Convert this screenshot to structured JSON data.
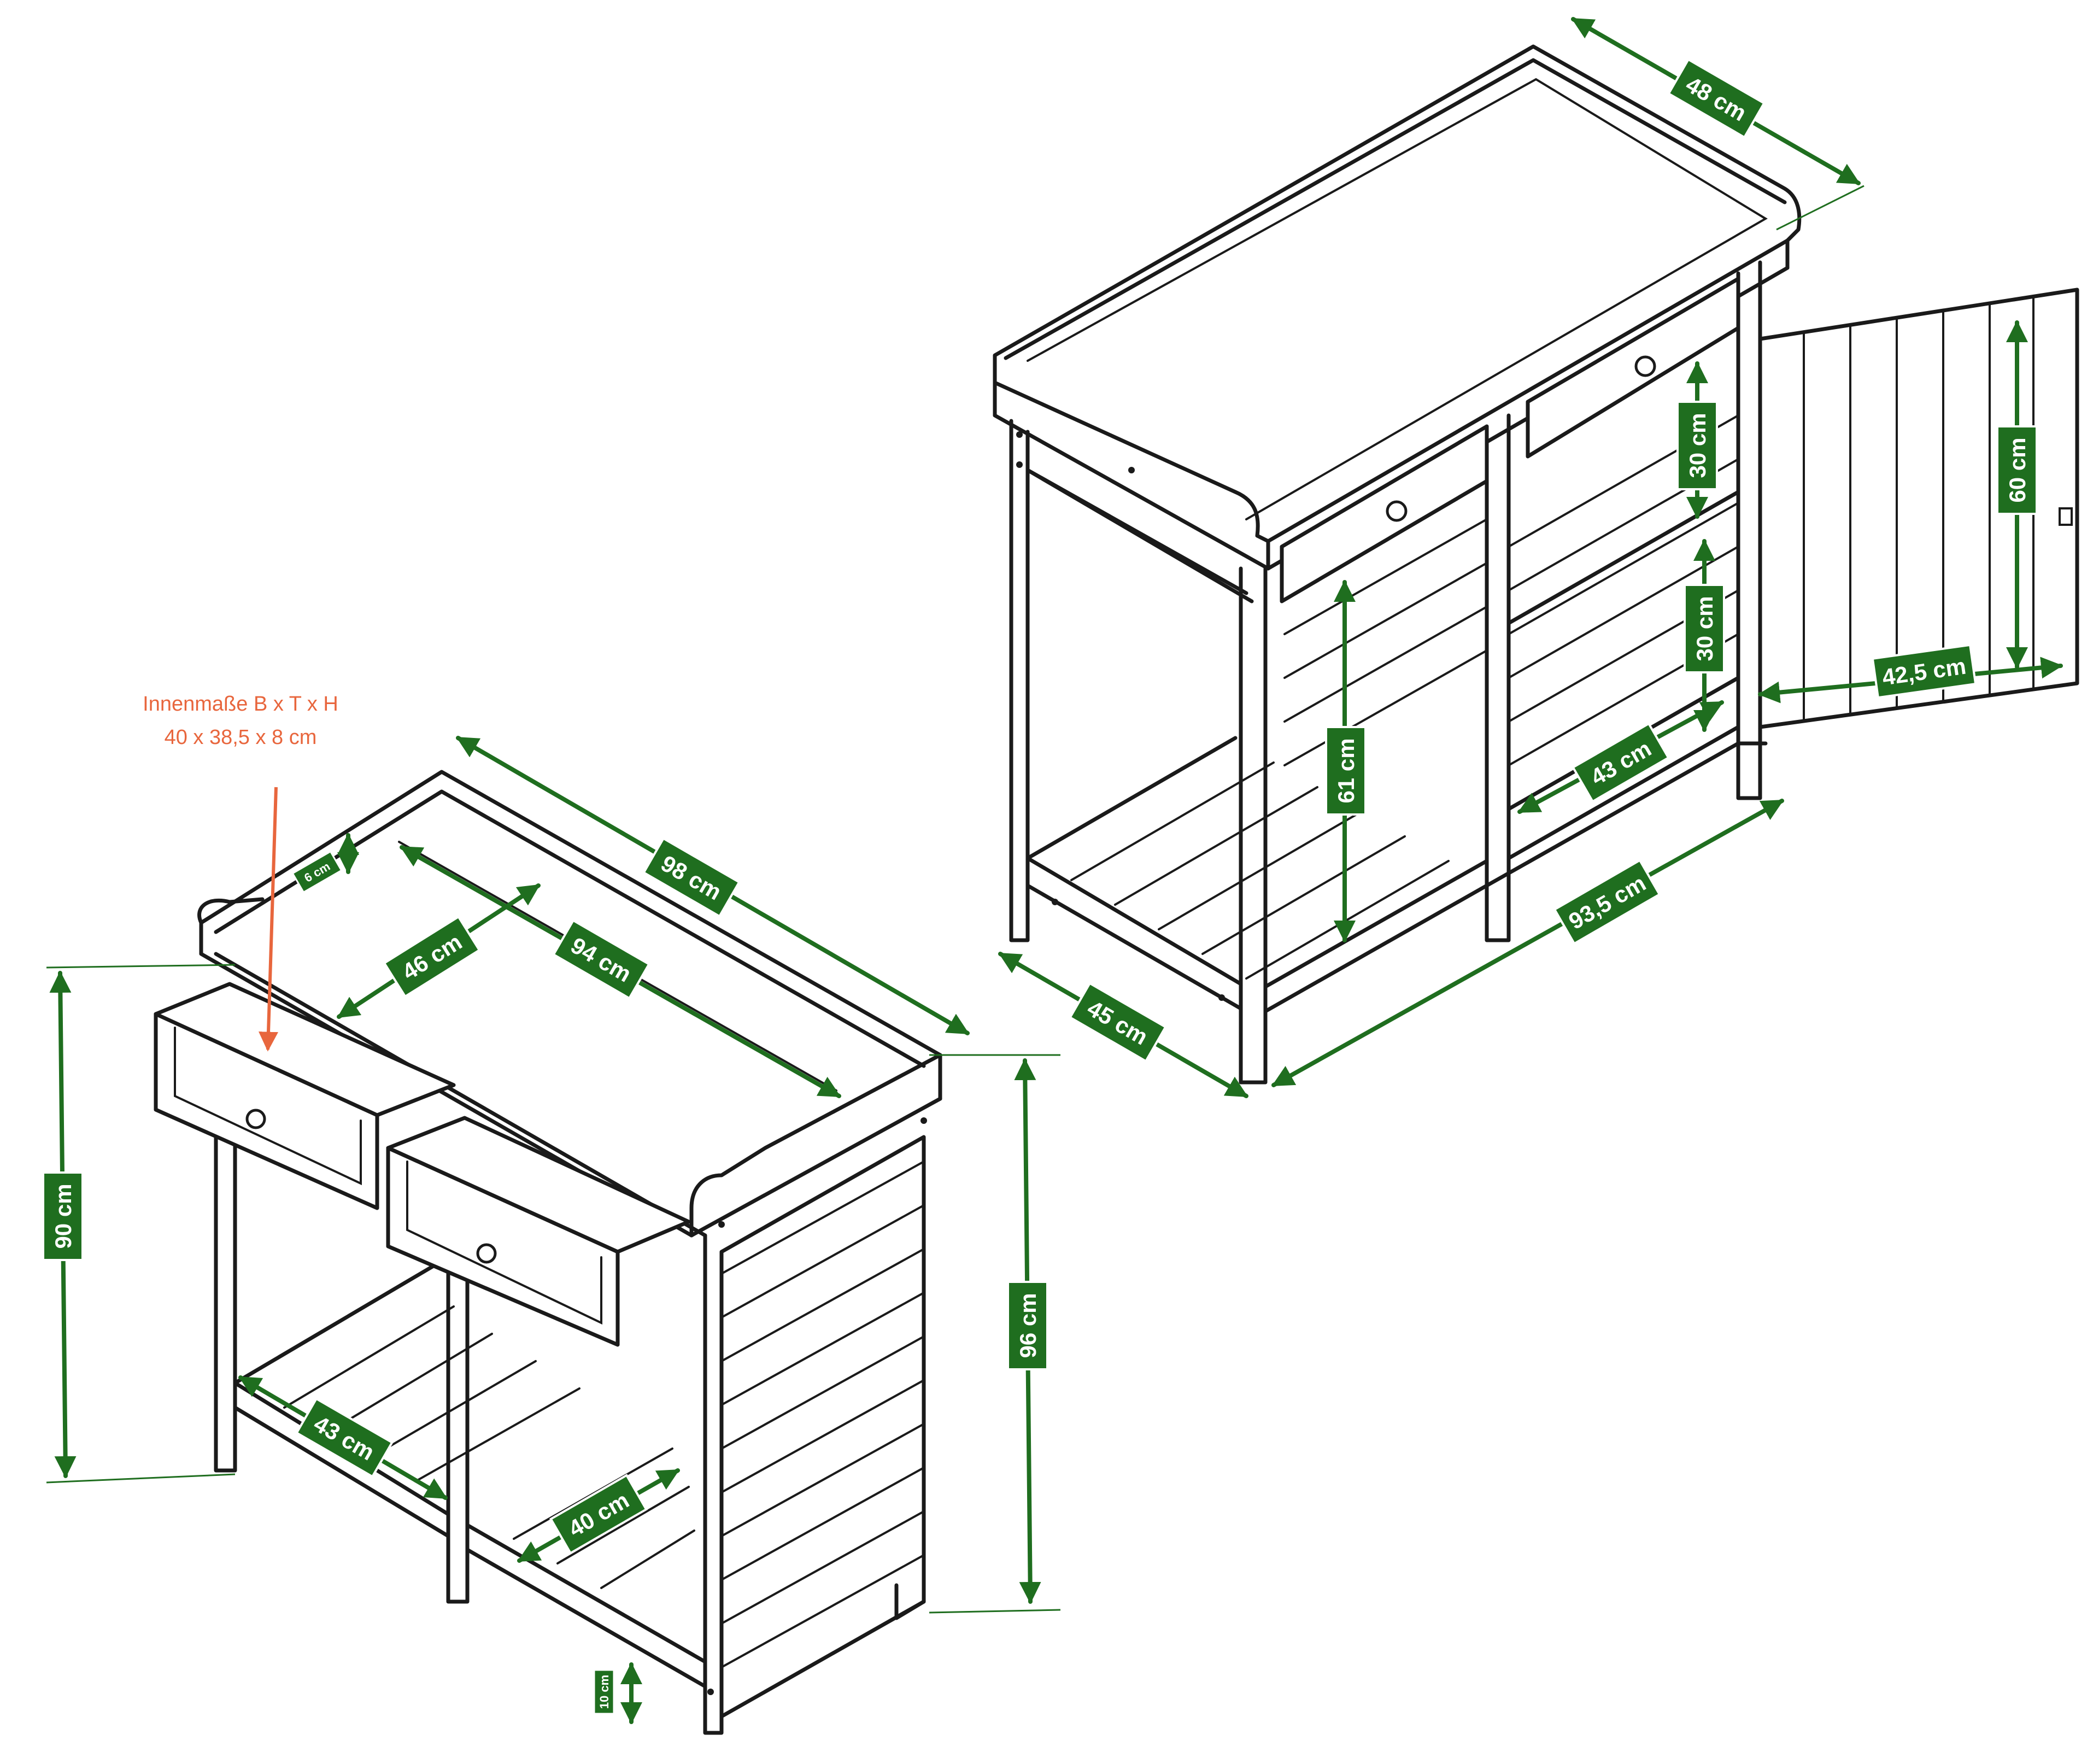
{
  "note": {
    "line1": "Innenmaße B x T x H",
    "line2": "40 x 38,5 x 8 cm"
  },
  "colors": {
    "dimension": "#1f6e1f",
    "note": "#e8663d",
    "outline": "#1a1a1a"
  },
  "dimensions": {
    "width_98": "98 cm",
    "inner_94": "94 cm",
    "depth_46": "46 cm",
    "rim_6": "6 cm",
    "height_90": "90 cm",
    "height_96": "96 cm",
    "shelf_43_left": "43 cm",
    "shelf_40": "40 cm",
    "foot_10": "10 cm",
    "depth_48": "48 cm",
    "shelf_30_upper": "30 cm",
    "shelf_30_lower": "30 cm",
    "door_60": "60 cm",
    "door_42_5": "42,5 cm",
    "height_61": "61 cm",
    "shelf_43_right": "43 cm",
    "width_93_5": "93,5 cm",
    "depth_45": "45 cm"
  }
}
